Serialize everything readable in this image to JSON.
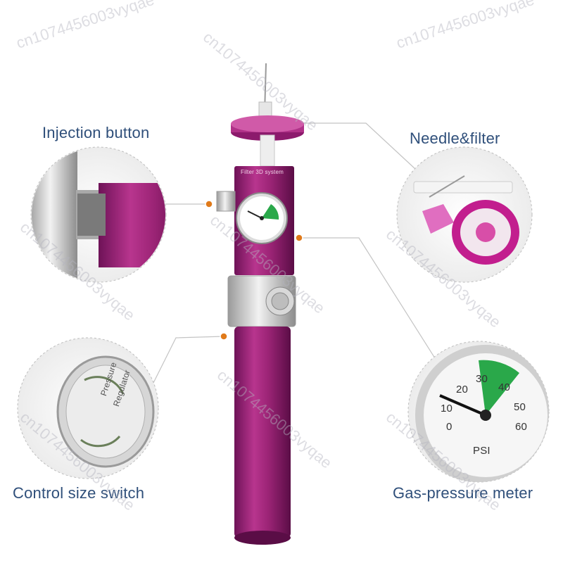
{
  "labels": {
    "injection_button": "Injection button",
    "needle_filter": "Needle&filter",
    "control_size_switch": "Control size switch",
    "gas_pressure_meter": "Gas-pressure meter"
  },
  "device": {
    "top_label": "Filter 3D system",
    "regulator_text_1": "Pressure",
    "regulator_text_2": "Regulator"
  },
  "gauge": {
    "unit": "PSI",
    "ticks": [
      "0",
      "10",
      "20",
      "30",
      "40",
      "50",
      "60"
    ]
  },
  "watermark": "cn1074456003vyqae",
  "colors": {
    "device_body": "#a0287a",
    "gauge_green": "#2aa84a",
    "label_text": "#2f4f7a",
    "callout_line": "#b8b8b8",
    "callout_dot": "#e07a1a"
  }
}
